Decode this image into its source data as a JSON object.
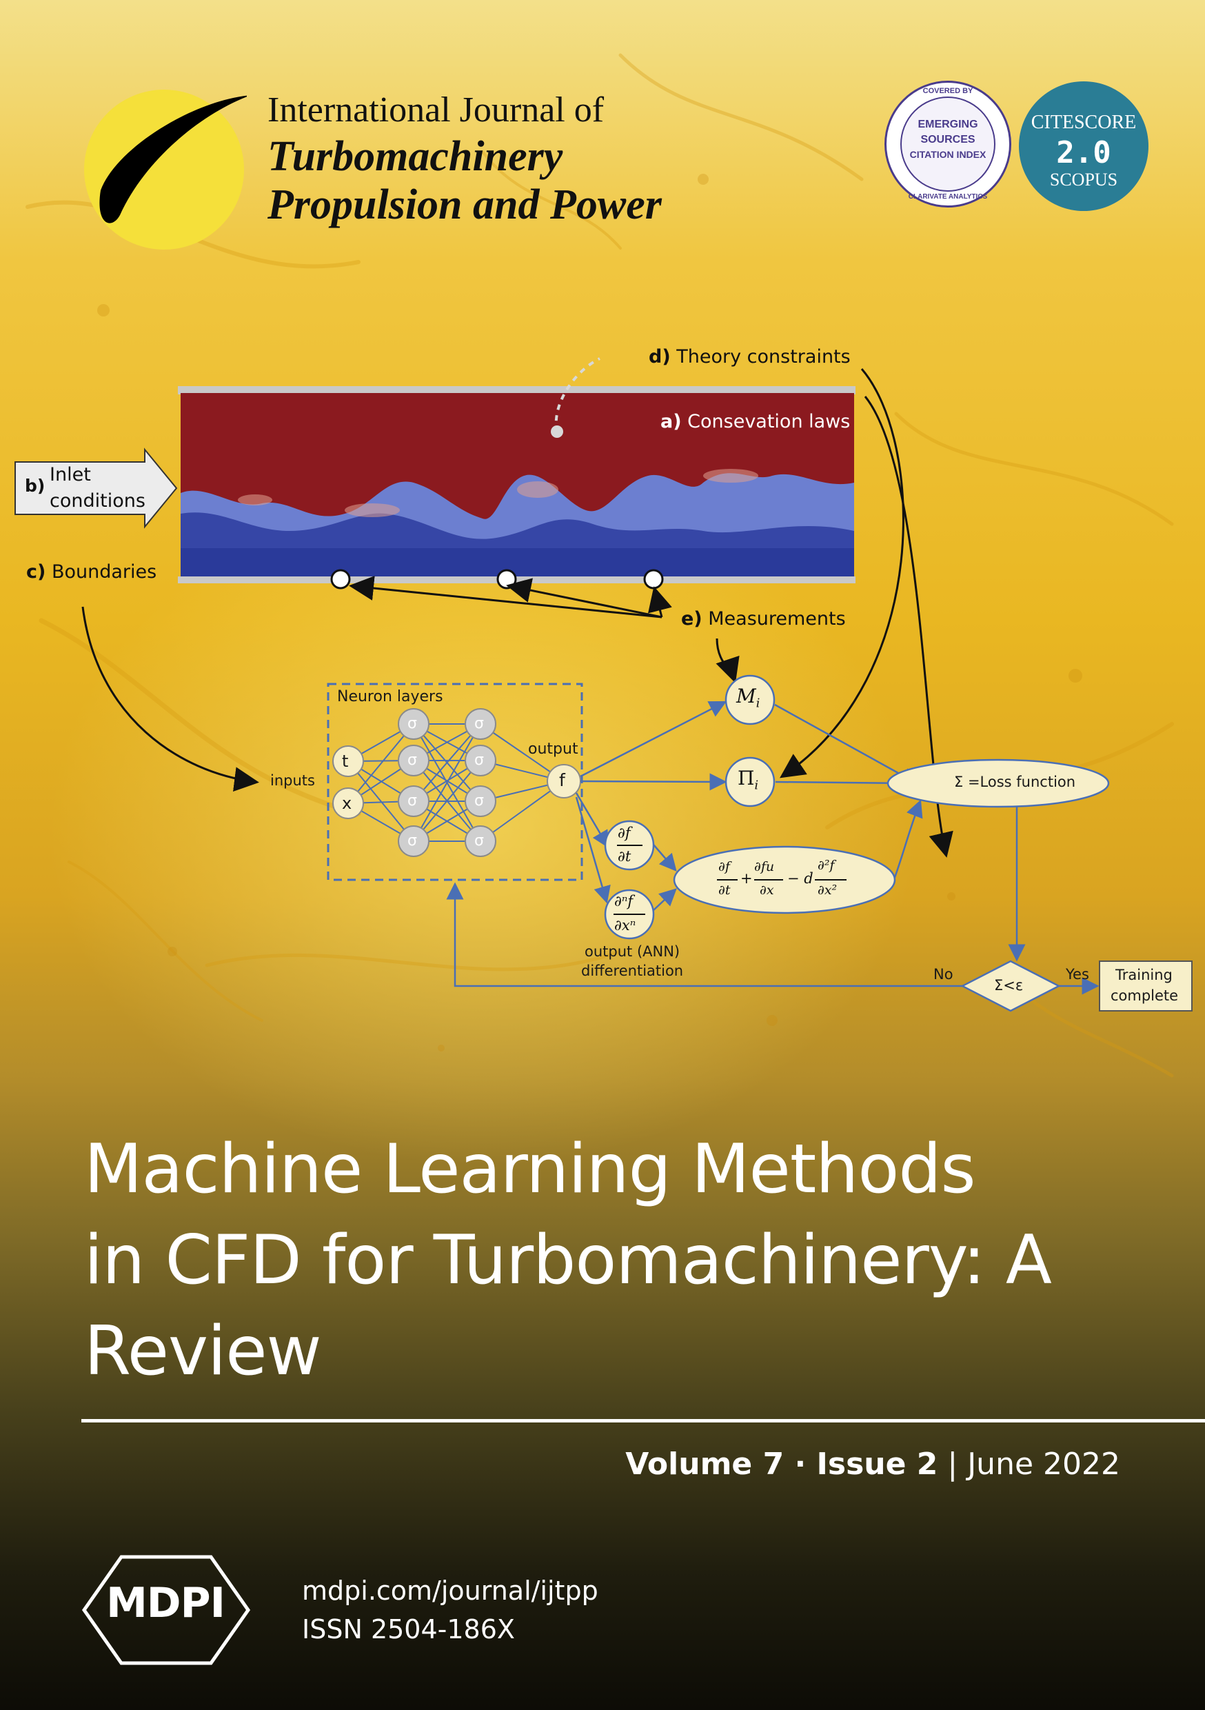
{
  "journal": {
    "line1": "International Journal of",
    "line2": "Turbomachinery",
    "line3": "Propulsion and Power"
  },
  "badges": {
    "esci_top": "COVERED BY",
    "esci_line1": "EMERGING",
    "esci_line2": "SOURCES",
    "esci_line3": "CITATION INDEX",
    "esci_bottom": "CLARIVATE ANALYTICS",
    "citescore_label": "CITESCORE",
    "citescore_value": "2.0",
    "citescore_source": "SCOPUS"
  },
  "diagram": {
    "theory_letter": "d)",
    "theory_label": "Theory constraints",
    "conservation_letter": "a)",
    "conservation_label": "Consevation laws",
    "inlet_letter": "b)",
    "inlet_line1": "Inlet",
    "inlet_line2": "conditions",
    "boundaries_letter": "c)",
    "boundaries_label": "Boundaries",
    "measurements_letter": "e)",
    "measurements_label": "Measurements",
    "neuron_layers": "Neuron layers",
    "inputs": "inputs",
    "input_t": "t",
    "input_x": "x",
    "sigma": "σ",
    "output": "output",
    "output_f": "f",
    "mi_node": "M",
    "mi_sub": "i",
    "pi_node": "Π",
    "pi_sub": "i",
    "loss_label": "Σ =Loss function",
    "df_num": "∂f",
    "df_den": "∂t",
    "dnf_num": "∂ⁿf",
    "dnf_den": "∂xⁿ",
    "pde_t1_num": "∂f",
    "pde_t1_den": "∂t",
    "pde_plus": "+",
    "pde_t2_num": "∂fu",
    "pde_t2_den": "∂x",
    "pde_minus": "− d",
    "pde_t3_num": "∂²f",
    "pde_t3_den": "∂x²",
    "ann_diff_line1": "output (ANN)",
    "ann_diff_line2": "differentiation",
    "no": "No",
    "yes": "Yes",
    "decision": "Σ<ε",
    "training_line1": "Training",
    "training_line2": "complete"
  },
  "article": {
    "title_line1": "Machine Learning Methods",
    "title_line2": "in CFD for Turbomachinery: A",
    "title_line3": "Review"
  },
  "issue": {
    "volume": "Volume 7",
    "separator": " · ",
    "issue": "Issue 2",
    "pipe": " | ",
    "date": "June 2022"
  },
  "publisher": {
    "logo_text": "MDPI",
    "url": "mdpi.com/journal/ijtpp",
    "issn": "ISSN 2504-186X"
  },
  "colors": {
    "flow_red": "#8b1a1f",
    "flow_blue": "#2a3a9a",
    "node_fill": "#f7efc9",
    "sigma_fill": "#cfcfcf",
    "arrow_blue": "#4a6fb5",
    "citescore_teal": "#2a7d95",
    "esci_purple": "#4a3c8c",
    "logo_yellow": "#f5e03a"
  }
}
